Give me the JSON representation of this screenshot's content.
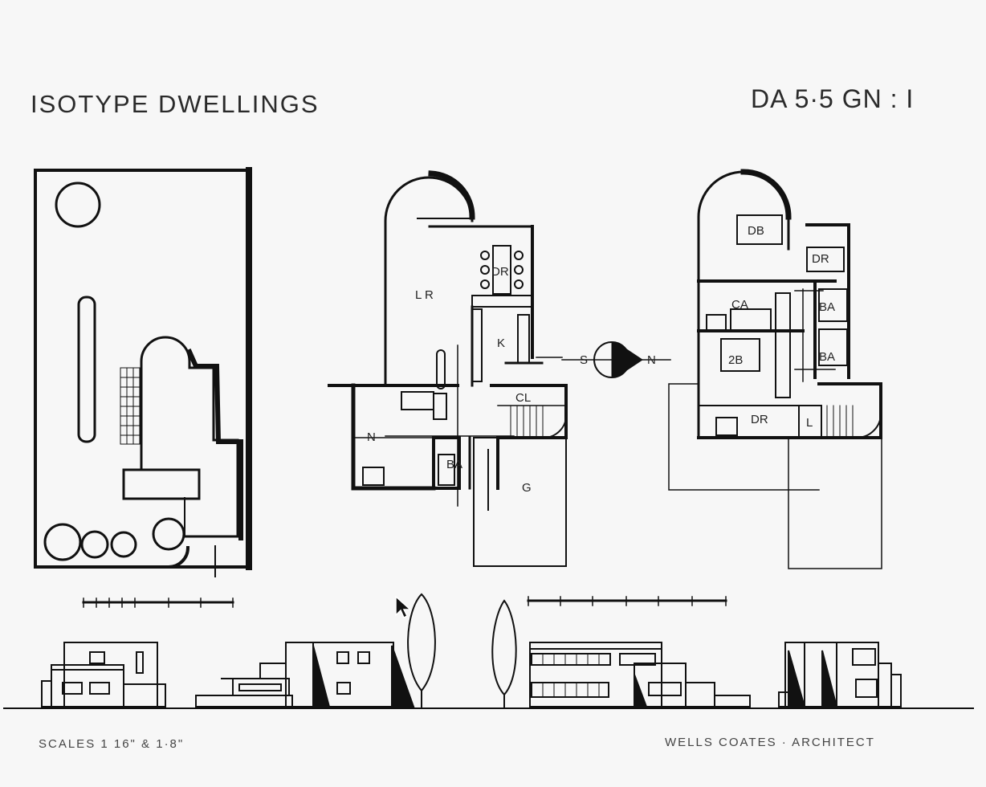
{
  "header": {
    "title": "ISOTYPE DWELLINGS",
    "code": "DA 5·5 GN : I"
  },
  "footer": {
    "scales": "SCALES   1 16\"  &  1·8\"",
    "credit": "WELLS COATES  ·  ARCHITECT"
  },
  "ground_floor": {
    "rooms": [
      "L R",
      "DR",
      "K",
      "CL",
      "N",
      "BA",
      "G"
    ]
  },
  "first_floor": {
    "rooms": [
      "DB",
      "DR",
      "CA",
      "BA",
      "2B",
      "BA",
      "DR",
      "L"
    ]
  },
  "compass": {
    "south": "S",
    "north": "N"
  },
  "colors": {
    "ink": "#111111",
    "paper": "#f7f7f7"
  }
}
